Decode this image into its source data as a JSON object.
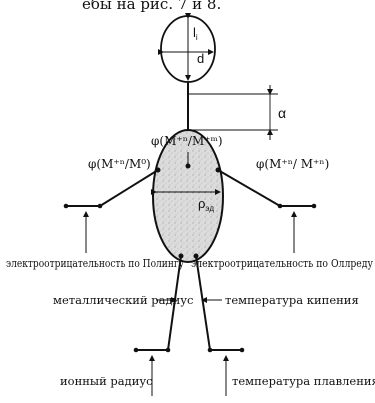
{
  "header_fragment": "ебы на рис. 7 и 8.",
  "head": {
    "label_top": "l",
    "label_top_sub": "i",
    "label_diameter": "d"
  },
  "neck": {
    "alpha": "α"
  },
  "body": {
    "phi_center": "φ(M⁺ⁿ/M⁺ᵐ)",
    "rho": "ρ",
    "rho_sub": "эд"
  },
  "arms": {
    "left_phi": "φ(M⁺ⁿ/M⁰)",
    "right_phi": "φ(M⁺ⁿ/ M⁺ⁿ)"
  },
  "labels": {
    "electroneg_pauling": "электроотрицательность по Полингу",
    "electroneg_allred": "электроотрицательность по Оллреду",
    "metallic_radius": "металлический радиус",
    "boiling_temp": "температура кипения",
    "ionic_radius": "ионный радиус",
    "melting_temp": "температура плавления"
  },
  "colors": {
    "ink": "#111111",
    "body_fill": "#d9d9d9"
  }
}
